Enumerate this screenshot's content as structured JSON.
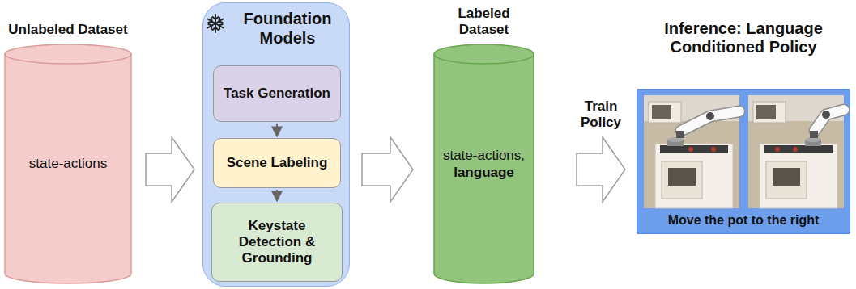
{
  "diagram": {
    "nodes": [
      {
        "text": [
          "Unlabeled Dataset",
          "state-actions"
        ]
      },
      {
        "text": [
          "Foundation Models"
        ]
      },
      {
        "text": [
          "Task Generation"
        ],
        "in": 1
      },
      {
        "text": [
          "Scene Labeling"
        ],
        "in": 1
      },
      {
        "text": [
          "Keystate Detection & Grounding"
        ],
        "in": 1
      },
      {
        "text": [
          "Labeled Dataset",
          "state-actions,",
          "language"
        ]
      },
      {
        "text": [
          "Inference: Language Conditioned Policy",
          "Move the pot to the right"
        ]
      }
    ],
    "edges": [
      {
        "from": 0,
        "to": 1,
        "arrow": "to"
      },
      {
        "from": 1,
        "to": 5,
        "arrow": "to"
      },
      {
        "from": 5,
        "to": 6,
        "label": "Train Policy",
        "arrow": "to"
      },
      {
        "from": 2,
        "to": 3,
        "arrow": "to"
      },
      {
        "from": 3,
        "to": 4,
        "arrow": "to"
      }
    ]
  }
}
